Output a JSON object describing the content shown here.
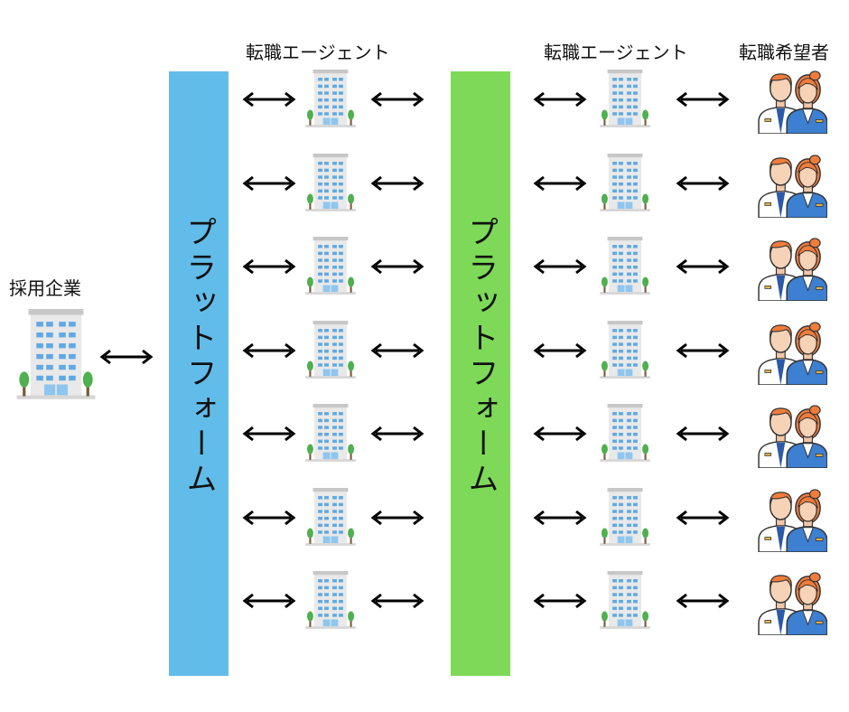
{
  "labels": {
    "employer": "採用企業",
    "agent_col1": "転職エージェント",
    "agent_col2": "転職エージェント",
    "job_seekers": "転職希望者"
  },
  "platforms": [
    {
      "text": "プラットフォーム",
      "color": "#62bce9"
    },
    {
      "text": "プラットフォーム",
      "color": "#7dd957"
    }
  ],
  "rows": 7,
  "icons": {
    "employer": "office-building-icon",
    "agent": "office-building-icon",
    "seeker": "business-people-icon",
    "connector": "double-arrow-icon"
  }
}
